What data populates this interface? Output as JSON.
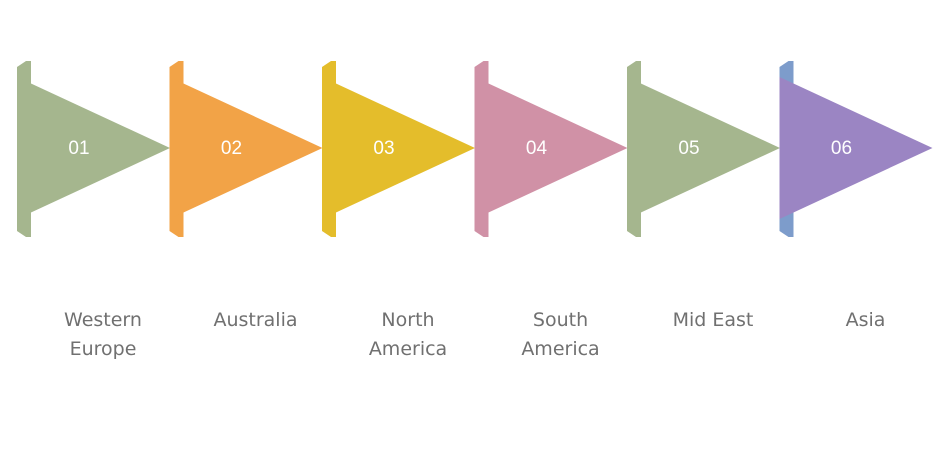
{
  "steps": [
    {
      "number": "01",
      "label_lines": [
        "Western",
        "Europe"
      ],
      "color": "#a5b68e",
      "tab_color": "#a5b68e"
    },
    {
      "number": "02",
      "label_lines": [
        "Australia"
      ],
      "color": "#f2a347",
      "tab_color": "#f2a347"
    },
    {
      "number": "03",
      "label_lines": [
        "North",
        "America"
      ],
      "color": "#e4bd2b",
      "tab_color": "#e4bd2b"
    },
    {
      "number": "04",
      "label_lines": [
        "South",
        "America"
      ],
      "color": "#d091a6",
      "tab_color": "#d091a6"
    },
    {
      "number": "05",
      "label_lines": [
        "Mid East"
      ],
      "color": "#a5b68e",
      "tab_color": "#a5b68e"
    },
    {
      "number": "06",
      "label_lines": [
        "Asia"
      ],
      "color": "#9b85c3",
      "tab_color": "#7d9ccb"
    }
  ]
}
